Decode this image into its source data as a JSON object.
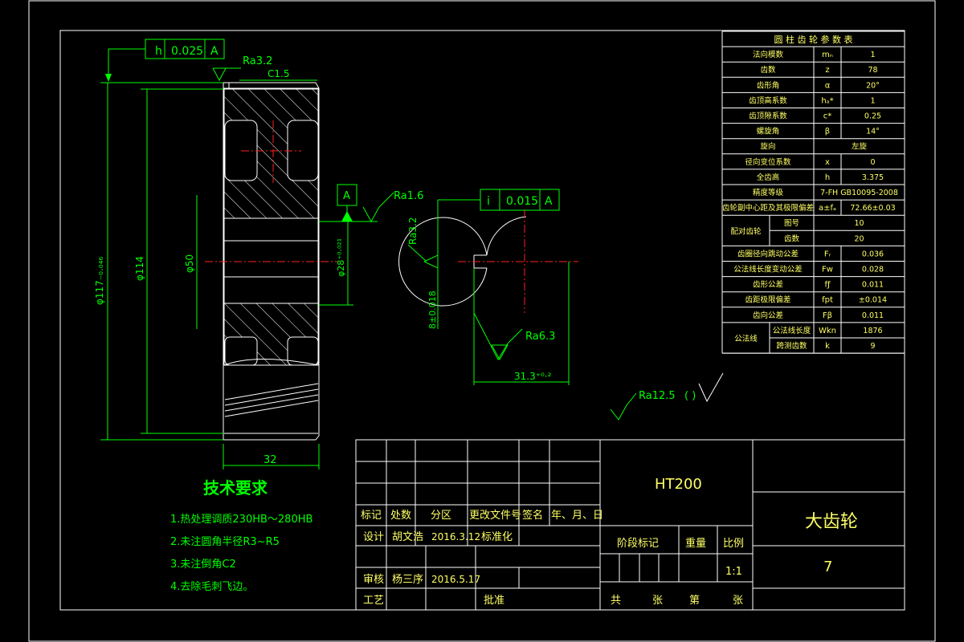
{
  "material": "HT200",
  "part_name": "大齿轮",
  "drawing_no": "7",
  "scale": "1:1",
  "gear_table": {
    "title": "圆 柱 齿 轮 参 数 表",
    "rows": [
      {
        "label": "法向模数",
        "sym": "mₙ",
        "val": "1"
      },
      {
        "label": "齿数",
        "sym": "z",
        "val": "78"
      },
      {
        "label": "齿形角",
        "sym": "α",
        "val": "20°"
      },
      {
        "label": "齿顶高系数",
        "sym": "hₐ*",
        "val": "1"
      },
      {
        "label": "齿顶隙系数",
        "sym": "c*",
        "val": "0.25"
      },
      {
        "label": "螺旋角",
        "sym": "β",
        "val": "14°"
      },
      {
        "label": "旋向",
        "sym": "",
        "val": "左旋"
      },
      {
        "label": "径向变位系数",
        "sym": "x",
        "val": "0"
      },
      {
        "label": "全齿高",
        "sym": "h",
        "val": "3.375"
      },
      {
        "label": "精度等级",
        "sym": "",
        "val": "7-FH GB10095-2008"
      },
      {
        "label": "齿轮副中心距及其极限偏差",
        "sym": "a±fₐ",
        "val": "72.66±0.03"
      }
    ],
    "mating": {
      "label": "配对齿轮",
      "rows": [
        {
          "label": "图号",
          "val": "10"
        },
        {
          "label": "齿数",
          "val": "20"
        }
      ]
    },
    "rows2": [
      {
        "label": "齿圈径向跳动公差",
        "sym": "Fᵣ",
        "val": "0.036"
      },
      {
        "label": "公法线长度变动公差",
        "sym": "Fw",
        "val": "0.028"
      },
      {
        "label": "齿形公差",
        "sym": "fƒ",
        "val": "0.011"
      },
      {
        "label": "齿距极限偏差",
        "sym": "fpt",
        "val": "±0.014"
      },
      {
        "label": "齿向公差",
        "sym": "Fβ",
        "val": "0.011"
      }
    ],
    "common_normal": {
      "label": "公法线",
      "rows": [
        {
          "label": "公法线长度",
          "sym": "Wkn",
          "val": "1876"
        },
        {
          "label": "跨测齿数",
          "sym": "k",
          "val": "9"
        }
      ]
    }
  },
  "dims": {
    "tol_h_sym": "h",
    "tol_h_val": "0.025",
    "tol_h_ref": "A",
    "ra32_top": "Ra3.2",
    "c15": "C1.5",
    "od": "φ117₋₀.₀₄₆",
    "d114": "φ114",
    "d50": "φ50",
    "d28": "φ28⁺⁰·⁰²¹",
    "datum_a": "A",
    "ra16": "Ra1.6",
    "width": "32",
    "tol_i_sym": "i",
    "tol_i_val": "0.015",
    "tol_i_ref": "A",
    "ra32_side": "Ra3.2",
    "key8": "8±0.018",
    "ra63": "Ra6.3",
    "d313": "31.3⁺⁰·²",
    "ra125": "Ra12.5",
    "ra125_paren": "(  )"
  },
  "tech_req": {
    "title": "技术要求",
    "items": [
      "1.热处理调质230HB～280HB",
      "2.未注圆角半径R3~R5",
      "3.未注倒角C2",
      "4.去除毛刺飞边。"
    ]
  },
  "title_block": {
    "hdr": [
      "标记",
      "处数",
      "分区",
      "更改文件号",
      "签名",
      "年、月、日"
    ],
    "design_label": "设计",
    "designer": "胡文浩",
    "design_date": "2016.3.12",
    "standard": "标准化",
    "review_label": "审核",
    "reviewer": "杨三序",
    "review_date": "2016.5.17",
    "process_label": "工艺",
    "approve": "批准",
    "stage": "阶段标记",
    "weight": "重量",
    "scale_label": "比例",
    "total": "共",
    "sheet": "张",
    "no": "第",
    "sheet2": "张"
  }
}
